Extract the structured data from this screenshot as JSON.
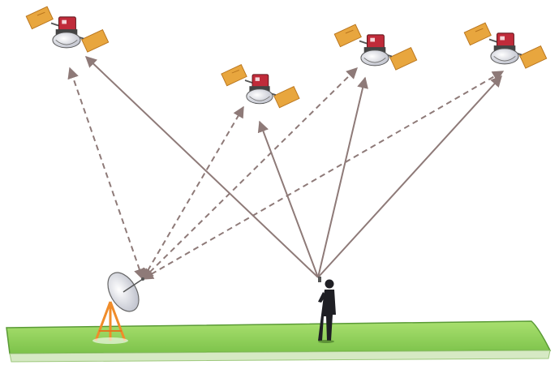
{
  "diagram": {
    "satellites": [
      {
        "id": "sat-1",
        "links": [
          "reference-station",
          "user"
        ]
      },
      {
        "id": "sat-2",
        "links": [
          "reference-station",
          "user"
        ]
      },
      {
        "id": "sat-3",
        "links": [
          "reference-station",
          "user"
        ]
      },
      {
        "id": "sat-4",
        "links": [
          "reference-station",
          "user"
        ]
      }
    ],
    "ground_nodes": [
      {
        "id": "reference-station",
        "kind": "dish-antenna-on-tripod",
        "link_style": "dashed"
      },
      {
        "id": "user",
        "kind": "person-with-receiver",
        "link_style": "solid"
      }
    ],
    "colors": {
      "link": "#8e7a78",
      "panel": "#e8a63e",
      "panel_dark": "#b8741d",
      "body": "#c02b3a",
      "dish": "#e6e6ee",
      "ground": "#8fd15a",
      "ground_edge": "#5a9a36",
      "person": "#1f1f24",
      "tripod": "#f08c2a"
    }
  }
}
